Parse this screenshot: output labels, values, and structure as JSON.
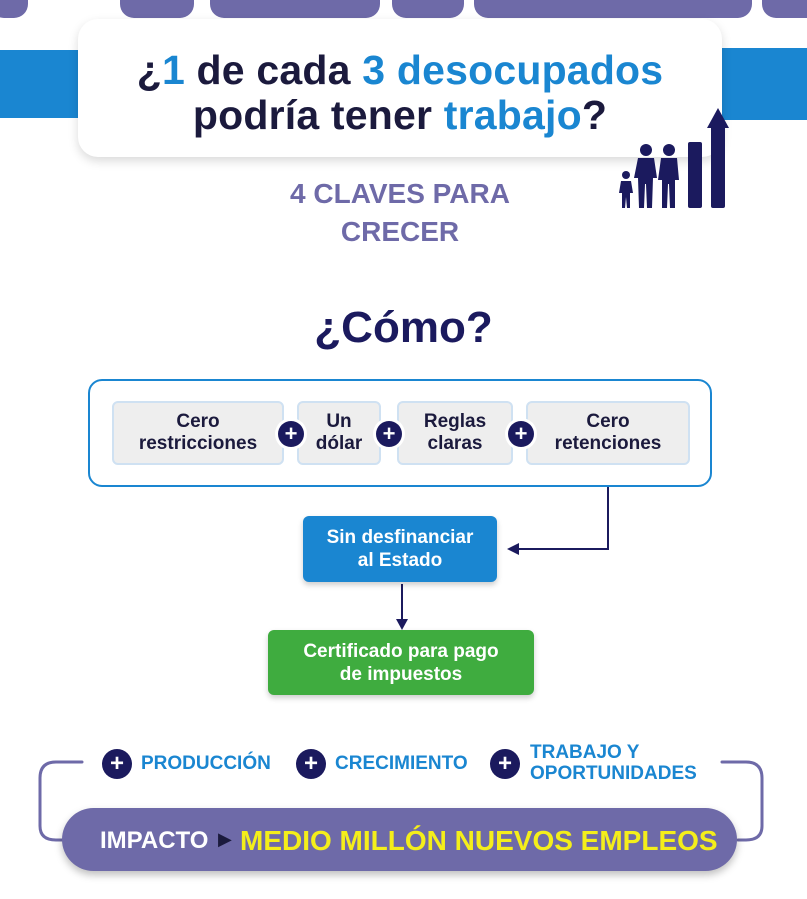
{
  "headline": {
    "line1": [
      {
        "text": "¿",
        "highlight": false
      },
      {
        "text": "1",
        "highlight": true
      },
      {
        "text": " de cada ",
        "highlight": false
      },
      {
        "text": "3 desocupados",
        "highlight": true
      }
    ],
    "line2": [
      {
        "text": "podría tener ",
        "highlight": false
      },
      {
        "text": "trabajo",
        "highlight": true
      },
      {
        "text": "?",
        "highlight": false
      }
    ]
  },
  "subtitle_line1": "4 CLAVES PARA",
  "subtitle_line2": "CRECER",
  "question": "¿Cómo?",
  "keys": [
    {
      "line1": "Cero",
      "line2": "restricciones"
    },
    {
      "line1": "Un",
      "line2": "dólar"
    },
    {
      "line1": "Reglas",
      "line2": "claras"
    },
    {
      "line1": "Cero",
      "line2": "retenciones"
    }
  ],
  "plus_symbol": "+",
  "flow": {
    "step1": {
      "line1": "Sin desfinanciar",
      "line2": "al Estado",
      "color": "#1a86d1"
    },
    "step2": {
      "line1": "Certificado para pago",
      "line2": "de impuestos",
      "color": "#3fac3f"
    }
  },
  "benefits": [
    {
      "line1": "PRODUCCIÓN",
      "line2": ""
    },
    {
      "line1": "CRECIMIENTO",
      "line2": ""
    },
    {
      "line1": "TRABAJO Y",
      "line2": "OPORTUNIDADES"
    }
  ],
  "impact": {
    "label": "IMPACTO",
    "arrow": "▶",
    "value": "MEDIO MILLÓN NUEVOS EMPLEOS"
  },
  "colors": {
    "brand_blue": "#1a86d1",
    "navy": "#1b1a5e",
    "purple": "#6e6aa8",
    "green": "#3fac3f",
    "yellow": "#f4ee1a"
  },
  "icons": [
    "family-icon",
    "growth-bars-arrow-icon",
    "plus-icon"
  ]
}
